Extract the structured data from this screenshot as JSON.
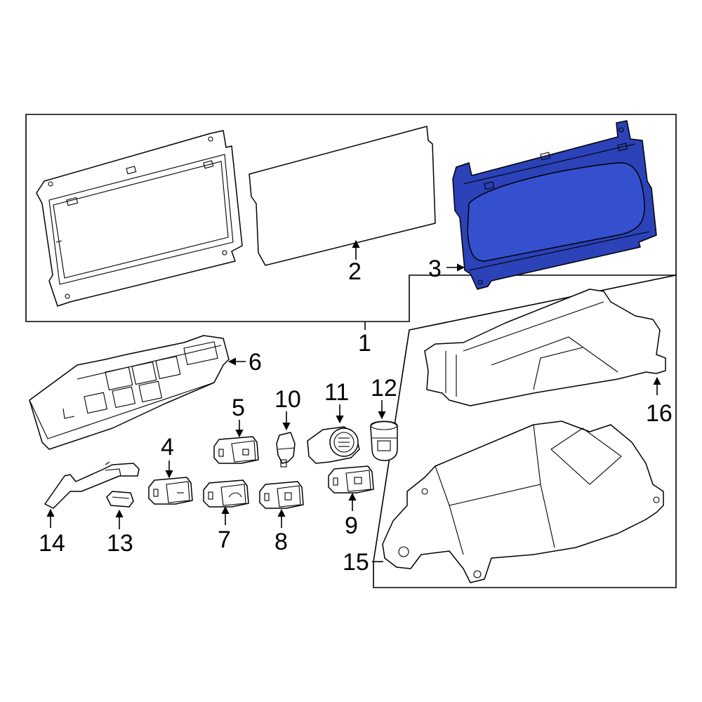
{
  "colors": {
    "highlight": "#2b42b8",
    "highlight_inner": "#3550cf",
    "stroke": "#000000"
  },
  "callouts": [
    {
      "id": "1",
      "text": "1"
    },
    {
      "id": "2",
      "text": "2"
    },
    {
      "id": "3",
      "text": "3"
    },
    {
      "id": "4",
      "text": "4"
    },
    {
      "id": "5",
      "text": "5"
    },
    {
      "id": "6",
      "text": "6"
    },
    {
      "id": "7",
      "text": "7"
    },
    {
      "id": "8",
      "text": "8"
    },
    {
      "id": "9",
      "text": "9"
    },
    {
      "id": "10",
      "text": "10"
    },
    {
      "id": "11",
      "text": "11"
    },
    {
      "id": "12",
      "text": "12"
    },
    {
      "id": "13",
      "text": "13"
    },
    {
      "id": "14",
      "text": "14"
    },
    {
      "id": "15",
      "text": "15"
    },
    {
      "id": "16",
      "text": "16"
    }
  ]
}
